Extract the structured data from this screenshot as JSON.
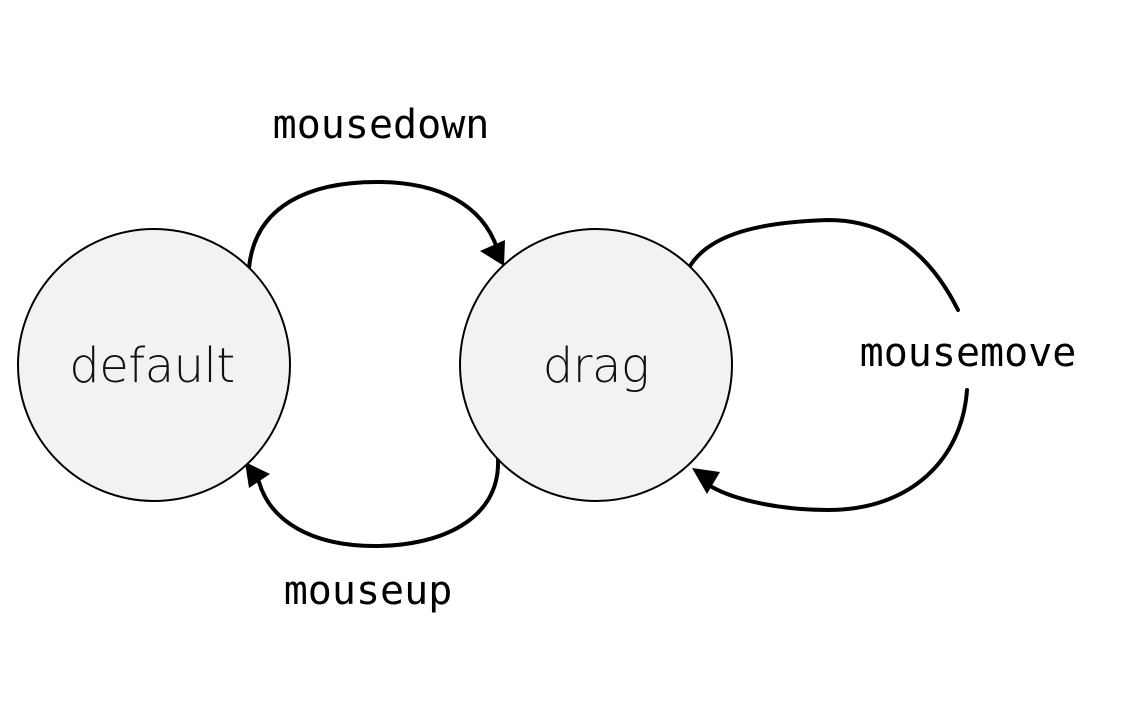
{
  "states": {
    "default": {
      "label": "default"
    },
    "drag": {
      "label": "drag"
    }
  },
  "transitions": {
    "mousedown": {
      "label": "mousedown",
      "from": "default",
      "to": "drag"
    },
    "mouseup": {
      "label": "mouseup",
      "from": "drag",
      "to": "default"
    },
    "mousemove": {
      "label": "mousemove",
      "from": "drag",
      "to": "drag"
    }
  },
  "colors": {
    "state_fill": "#f2f2f2",
    "stroke": "#000000"
  }
}
